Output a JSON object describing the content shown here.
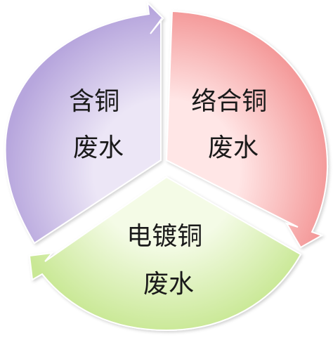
{
  "diagram": {
    "type": "segmented-cycle",
    "segments": [
      {
        "id": "purple",
        "lines": [
          "含铜",
          "废水"
        ],
        "fill_light": "#ece6f6",
        "fill_dark": "#b7a6dd"
      },
      {
        "id": "red",
        "lines": [
          "络合铜",
          "废水"
        ],
        "fill_light": "#ffe6e6",
        "fill_dark": "#f49a9a"
      },
      {
        "id": "green",
        "lines": [
          "电镀铜",
          "废水"
        ],
        "fill_light": "#f4fbe6",
        "fill_dark": "#c9e895"
      }
    ]
  }
}
